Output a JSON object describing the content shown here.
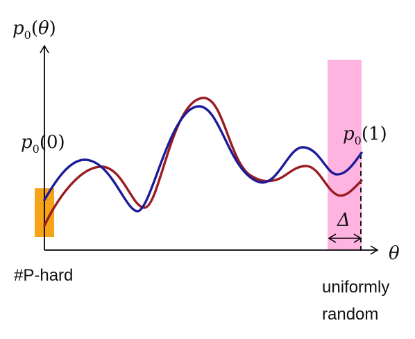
{
  "labels": {
    "y_axis": {
      "var": "p",
      "sub": "0",
      "arg": "θ"
    },
    "x_axis": "θ",
    "left_value": {
      "var": "p",
      "sub": "0",
      "arg": "0"
    },
    "right_value": {
      "var": "p",
      "sub": "0",
      "arg": "1"
    },
    "delta": "Δ",
    "left_region": "#P-hard",
    "right_region_line1": "uniformly",
    "right_region_line2": "random"
  },
  "colors": {
    "blue_curve": "#1c1c99",
    "red_curve": "#991c22",
    "left_region": "#f5a318",
    "right_region": "#ffb3e0",
    "axis": "#000000"
  }
}
